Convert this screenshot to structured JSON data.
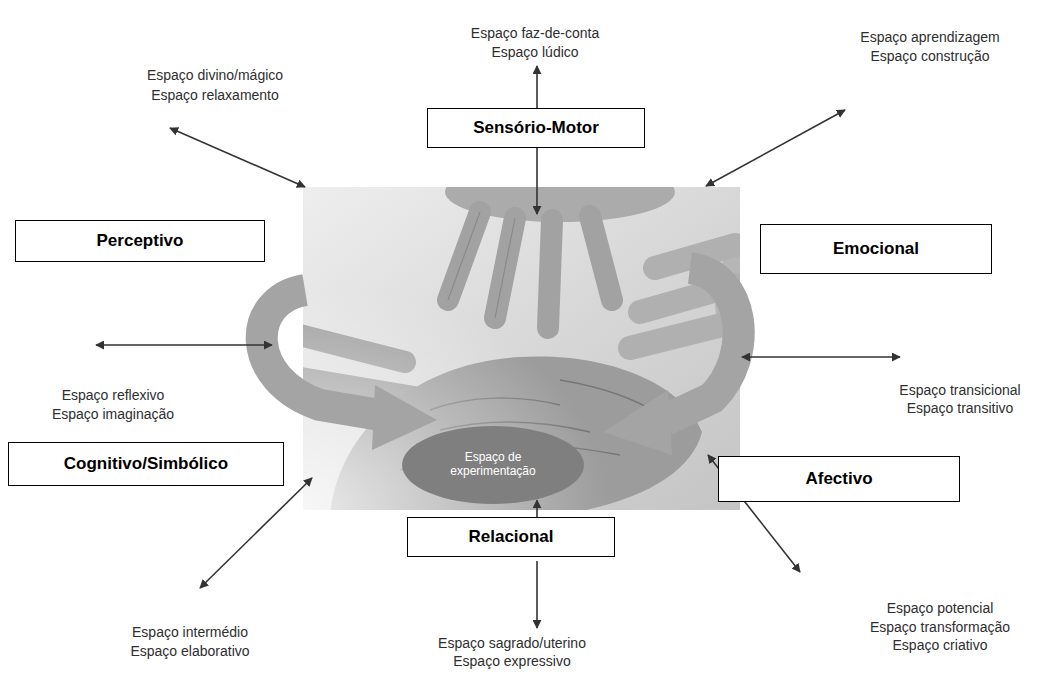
{
  "diagram": {
    "nodes": [
      {
        "text": [
          "Sensório-Motor"
        ]
      },
      {
        "text": [
          "Perceptivo"
        ]
      },
      {
        "text": [
          "Emocional"
        ]
      },
      {
        "text": [
          "Espaço de experimentação"
        ]
      },
      {
        "text": [
          "Cognitivo/Simbólico"
        ]
      },
      {
        "text": [
          "Afectivo"
        ]
      },
      {
        "text": [
          "Relacional"
        ]
      }
    ],
    "edges": [
      {
        "from": 6,
        "to": 3,
        "arrow": "to"
      }
    ],
    "labels": [
      "Espaço divino/mágico",
      "Espaço relaxamento",
      "Espaço faz-de-conta",
      "Espaço lúdico",
      "Espaço aprendizagem",
      "Espaço construção",
      "Espaço reflexivo",
      "Espaço imaginação",
      "Espaço transicional",
      "Espaço transitivo",
      "Espaço intermédio",
      "Espaço elaborativo",
      "Espaço sagrado/uterino",
      "Espaço expressivo",
      "Espaço potencial",
      "Espaço transformação",
      "Espaço criativo"
    ]
  }
}
